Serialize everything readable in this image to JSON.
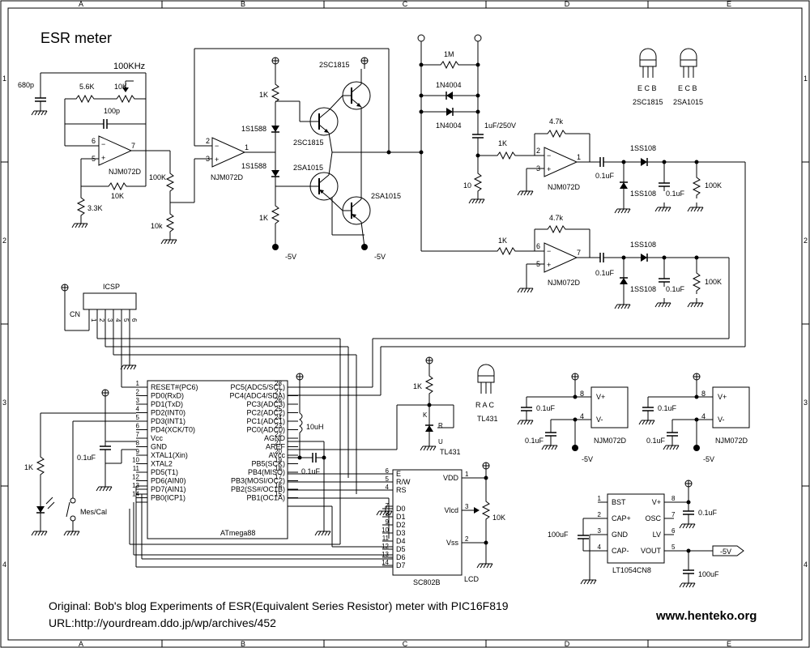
{
  "sheet": {
    "title": "ESR meter",
    "col_labels": [
      "A",
      "B",
      "C",
      "D",
      "E"
    ],
    "row_labels": [
      "1",
      "2",
      "3",
      "4"
    ],
    "footer_line1": "Original: Bob's blog   Experiments of ESR(Equivalent Series Resistor) meter with PIC16F819",
    "footer_line2": "URL:http://yourdream.ddo.jp/wp/archives/452",
    "brand": "www.henteko.org"
  },
  "oscillator": {
    "freq": "100KHz",
    "c_680p": "680p",
    "r_5k6": "5.6K",
    "pot_10k": "10K",
    "c_100p": "100p",
    "opamp": "NJM072D",
    "pin6": "6",
    "pin5": "5",
    "pin7": "7",
    "r_3k3": "3.3K",
    "r_10k": "10K",
    "r_100k": "100K",
    "r_10k_low": "10k"
  },
  "buffer": {
    "opamp": "NJM072D",
    "pin2": "2",
    "pin3": "3",
    "pin1": "1",
    "r_top": "1K",
    "d_top": "1S1588",
    "d_bot": "1S1588",
    "r_bot": "1K",
    "q1": "2SC1815",
    "q2": "2SC1815",
    "q3": "2SA1015",
    "q4": "2SA1015",
    "neg_left": "-5V",
    "neg_right": "-5V"
  },
  "probe": {
    "r_1m": "1M",
    "d1": "1N4004",
    "d2": "1N4004",
    "cap": "1uF/250V",
    "r_10": "10"
  },
  "amp1": {
    "rf": "4.7k",
    "rin": "1K",
    "opamp": "NJM072D",
    "pin2": "2",
    "pin3": "3",
    "pin1": "1",
    "c": "0.1uF",
    "d1": "1SS108",
    "d2": "1SS108",
    "c2": "0.1uF",
    "r": "100K"
  },
  "amp2": {
    "rf": "4.7k",
    "rin": "1K",
    "opamp": "NJM072D",
    "pin6": "6",
    "pin5": "5",
    "pin7": "7",
    "c": "0.1uF",
    "d1": "1SS108",
    "d2": "1SS108",
    "c2": "0.1uF",
    "r": "100K"
  },
  "pinouts": {
    "t1_pins": "E C B",
    "t1_name": "2SC1815",
    "t2_pins": "E C B",
    "t2_name": "2SA1015",
    "tl_pins": "R A C",
    "tl_name": "TL431"
  },
  "icsp": {
    "label": "ICSP",
    "cn": "CN",
    "pins": [
      "1",
      "2",
      "3",
      "4",
      "5",
      "6"
    ]
  },
  "mcu": {
    "name": "ATmega88",
    "left_pins": [
      {
        "n": "1",
        "t": "RESET#(PC6)"
      },
      {
        "n": "2",
        "t": "PD0(RxD)"
      },
      {
        "n": "3",
        "t": "PD1(TxD)"
      },
      {
        "n": "4",
        "t": "PD2(INT0)"
      },
      {
        "n": "5",
        "t": "PD3(INT1)"
      },
      {
        "n": "6",
        "t": "PD4(XCK/T0)"
      },
      {
        "n": "7",
        "t": "Vcc"
      },
      {
        "n": "8",
        "t": "GND"
      },
      {
        "n": "9",
        "t": "XTAL1(Xin)"
      },
      {
        "n": "10",
        "t": "XTAL2"
      },
      {
        "n": "11",
        "t": "PD5(T1)"
      },
      {
        "n": "12",
        "t": "PD6(AIN0)"
      },
      {
        "n": "13",
        "t": "PD7(AIN1)"
      },
      {
        "n": "14",
        "t": "PB0(ICP1)"
      }
    ],
    "right_pins": [
      {
        "n": "28",
        "t": "PC5(ADC5/SCL)"
      },
      {
        "n": "27",
        "t": "PC4(ADC4/SDA)"
      },
      {
        "n": "26",
        "t": "PC3(ADC3)"
      },
      {
        "n": "25",
        "t": "PC2(ADC2)"
      },
      {
        "n": "24",
        "t": "PC1(ADC1)"
      },
      {
        "n": "23",
        "t": "PC0(ADC0)"
      },
      {
        "n": "22",
        "t": "AGND"
      },
      {
        "n": "21",
        "t": "AREF"
      },
      {
        "n": "20",
        "t": "AVcc"
      },
      {
        "n": "19",
        "t": "PB5(SCK)"
      },
      {
        "n": "18",
        "t": "PB4(MISO)"
      },
      {
        "n": "17",
        "t": "PB3(MOSI/OC2)"
      },
      {
        "n": "16",
        "t": "PB2(SS#/OC1B)"
      },
      {
        "n": "15",
        "t": "PB1(OC1A)"
      }
    ],
    "c_vcc": "0.1uF",
    "l": "10uH",
    "c_avcc": "0.1uF",
    "r_led": "1K",
    "sw": "Mes/Cal"
  },
  "lcd": {
    "name": "SC802B",
    "tag": "LCD",
    "left_pins": [
      {
        "n": "6",
        "t": "E"
      },
      {
        "n": "5",
        "t": "R/W"
      },
      {
        "n": "4",
        "t": "RS"
      },
      {
        "n": "7",
        "t": "D0"
      },
      {
        "n": "8",
        "t": "D1"
      },
      {
        "n": "9",
        "t": "D2"
      },
      {
        "n": "10",
        "t": "D3"
      },
      {
        "n": "11",
        "t": "D4"
      },
      {
        "n": "12",
        "t": "D5"
      },
      {
        "n": "13",
        "t": "D6"
      },
      {
        "n": "14",
        "t": "D7"
      }
    ],
    "right_pins": [
      {
        "n": "1",
        "t": "VDD"
      },
      {
        "n": "3",
        "t": "Vlcd"
      },
      {
        "n": "2",
        "t": "Vss"
      }
    ],
    "pot": "10K"
  },
  "ref": {
    "r": "1K",
    "name": "TL431",
    "k": "K",
    "r_pin": "R",
    "u": "U"
  },
  "opamp_power": {
    "u1": {
      "c1": "0.1uF",
      "c2": "0.1uF",
      "p8": "8",
      "p4": "4",
      "vp": "V+",
      "vn": "V-",
      "name": "NJM072D",
      "neg": "-5V"
    },
    "u2": {
      "c1": "0.1uF",
      "c2": "0.1uF",
      "p8": "8",
      "p4": "4",
      "vp": "V+",
      "vn": "V-",
      "name": "NJM072D",
      "neg": "-5V"
    }
  },
  "regulator": {
    "name": "LT1054CN8",
    "left_pins": [
      {
        "n": "1",
        "t": "BST"
      },
      {
        "n": "2",
        "t": "CAP+"
      },
      {
        "n": "3",
        "t": "GND"
      },
      {
        "n": "4",
        "t": "CAP-"
      }
    ],
    "right_pins": [
      {
        "n": "8",
        "t": "V+"
      },
      {
        "n": "7",
        "t": "OSC"
      },
      {
        "n": "6",
        "t": "LV"
      },
      {
        "n": "5",
        "t": "VOUT"
      }
    ],
    "c1": "100uF",
    "c2": "0.1uF",
    "c3": "100uF",
    "out": "-5V"
  }
}
